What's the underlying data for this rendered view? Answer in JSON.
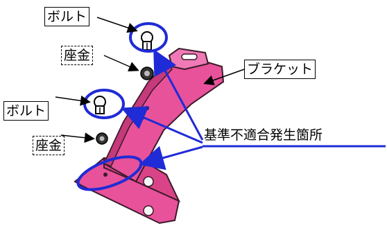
{
  "labels": {
    "bolt_top": "ボルト",
    "washer_top": "座金",
    "bolt_mid": "ボルト",
    "washer_bottom": "座金",
    "bracket": "ブラケット",
    "defect_location": "基準不適合発生箇所"
  },
  "colors": {
    "bracket_fill": "#e8529a",
    "bracket_outline": "#3a1a2a",
    "highlight_blue": "#1f2bd6",
    "arrow_black": "#000000"
  }
}
